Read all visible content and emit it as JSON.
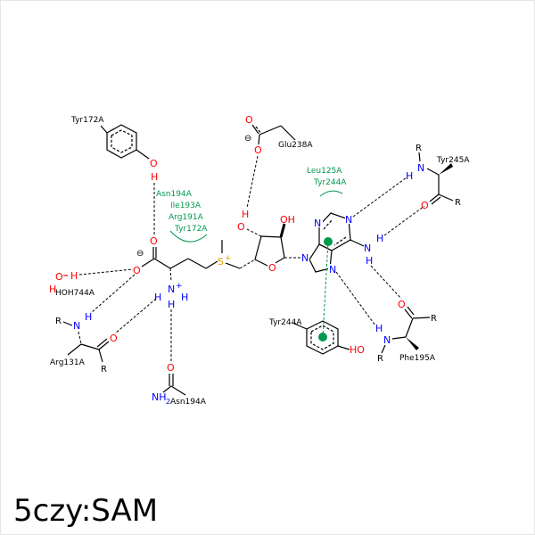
{
  "title": "5czy:SAM",
  "colors": {
    "oxygen": "#ff0000",
    "nitrogen": "#0000ff",
    "sulfur": "#e6a000",
    "hydrophobic": "#00994d"
  },
  "residues": {
    "tyr172": "Tyr172A",
    "glu238": "Glu238A",
    "tyr245": "Tyr245A",
    "hoh744": "HOH744A",
    "arg131": "Arg131A",
    "asn194": "Asn194A",
    "tyr244": "Tyr244A",
    "phe195": "Phe195A"
  },
  "hydrophobic_contacts": [
    {
      "residues": [
        "Asn194A",
        "Ile193A",
        "Arg191A",
        "Tyr172A"
      ]
    },
    {
      "residues": [
        "Leu125A",
        "Tyr244A"
      ]
    }
  ],
  "atoms": {
    "O": "O",
    "H": "H",
    "OH": "OH",
    "HO": "HO",
    "N": "N",
    "NH": "NH",
    "NH2": "NH",
    "sub2": "2",
    "S": "S",
    "plus": "+",
    "minus": "⊖",
    "R": "R"
  }
}
